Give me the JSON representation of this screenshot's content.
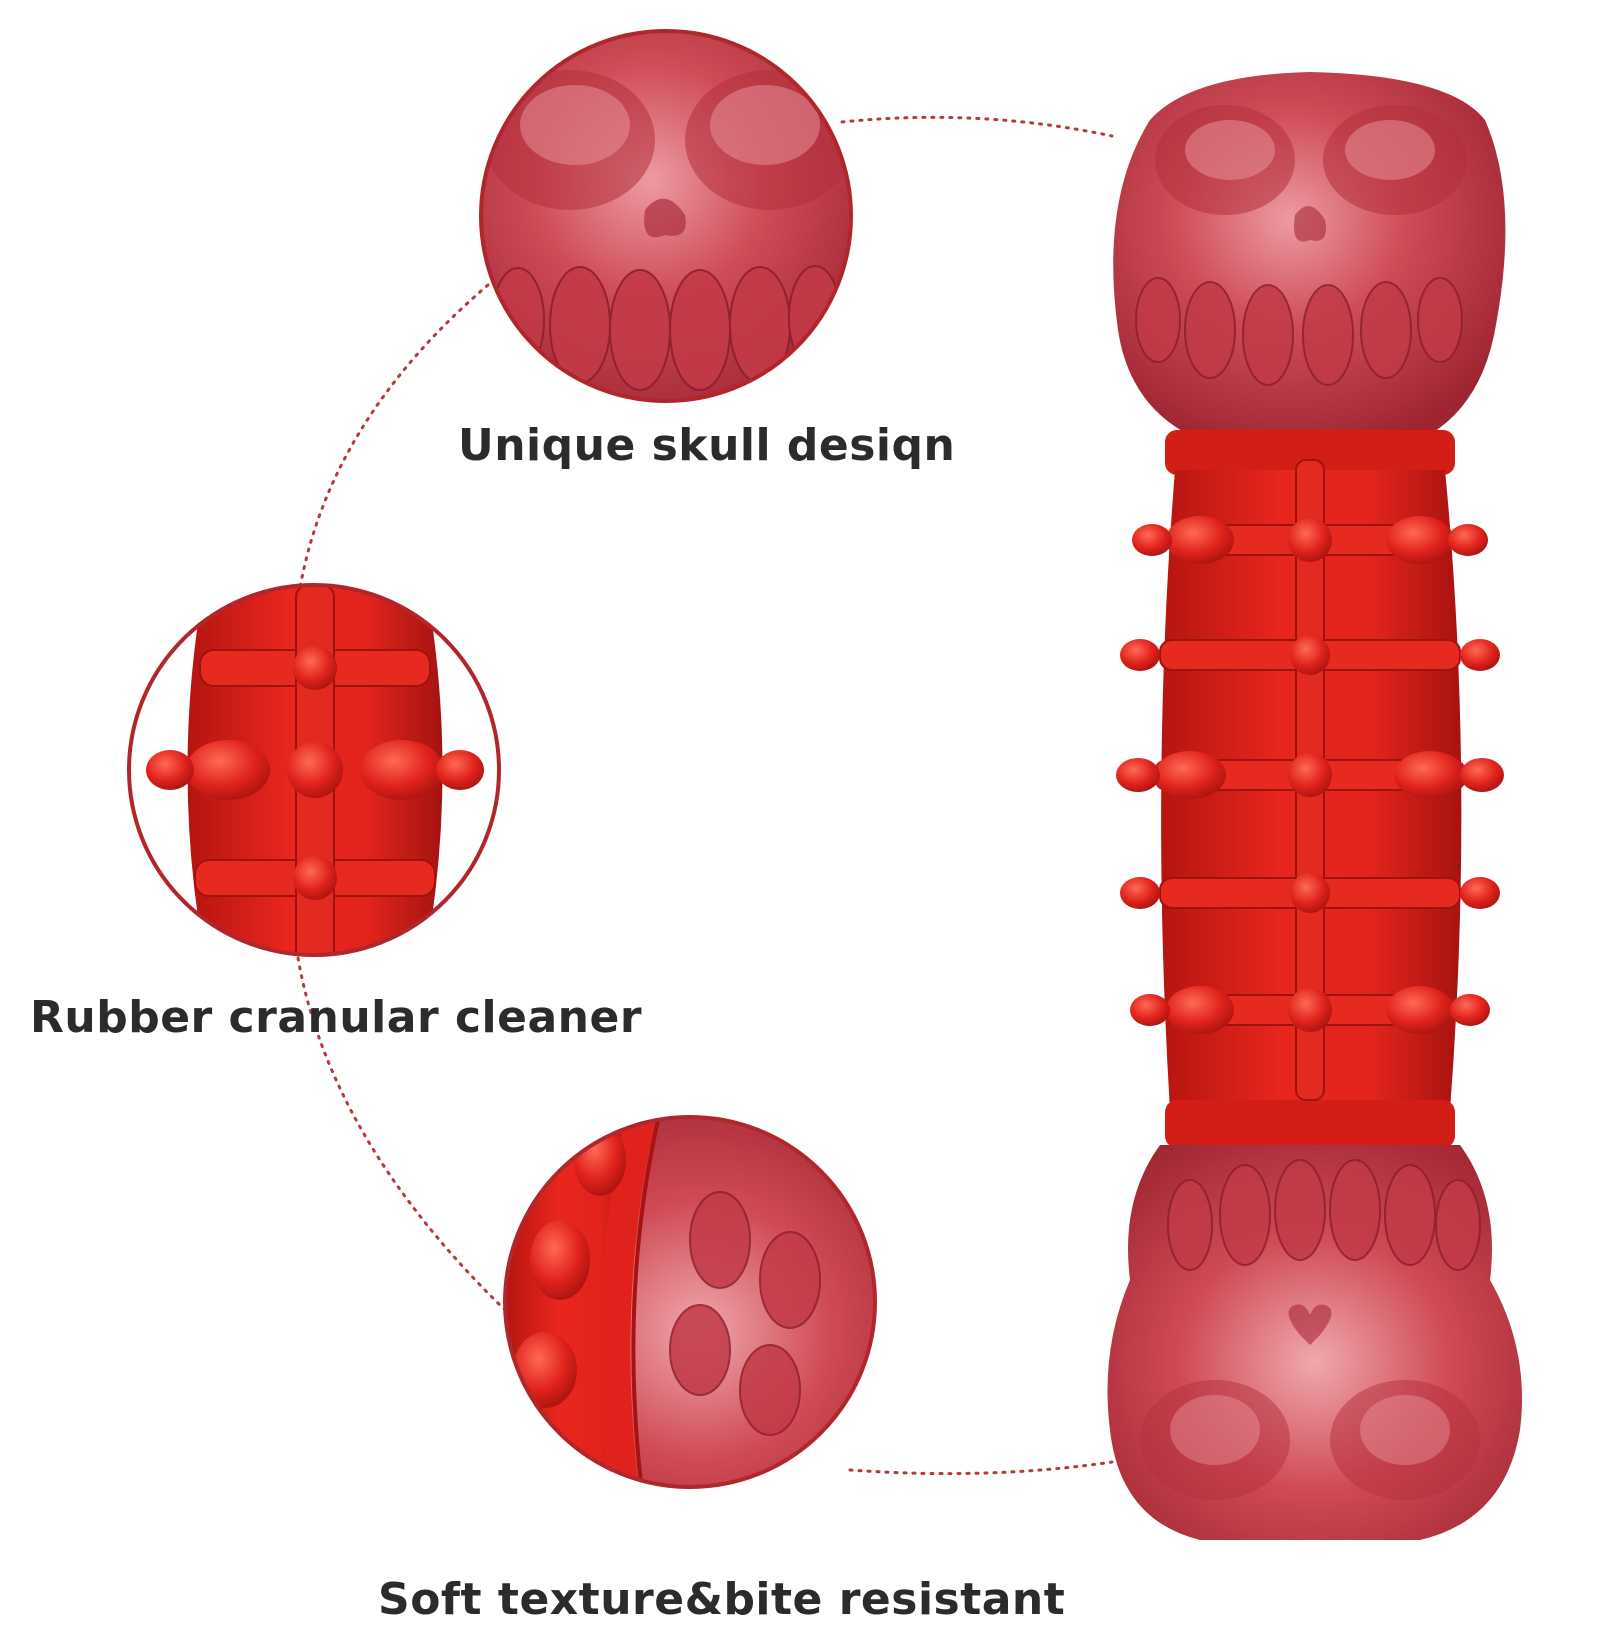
{
  "features": [
    {
      "id": "skull",
      "label": "Unique skull desiqn"
    },
    {
      "id": "cleaner",
      "label": "Rubber cranular cleaner"
    },
    {
      "id": "texture",
      "label": "Soft texture&bite resistant"
    }
  ],
  "colors": {
    "toy_red": "#e0221c",
    "toy_red_dark": "#b0140f",
    "skull_marble": "#c8444e",
    "skull_light": "#e8909a",
    "connector_dots": "#b53a3a",
    "text": "#2b2b2b"
  }
}
